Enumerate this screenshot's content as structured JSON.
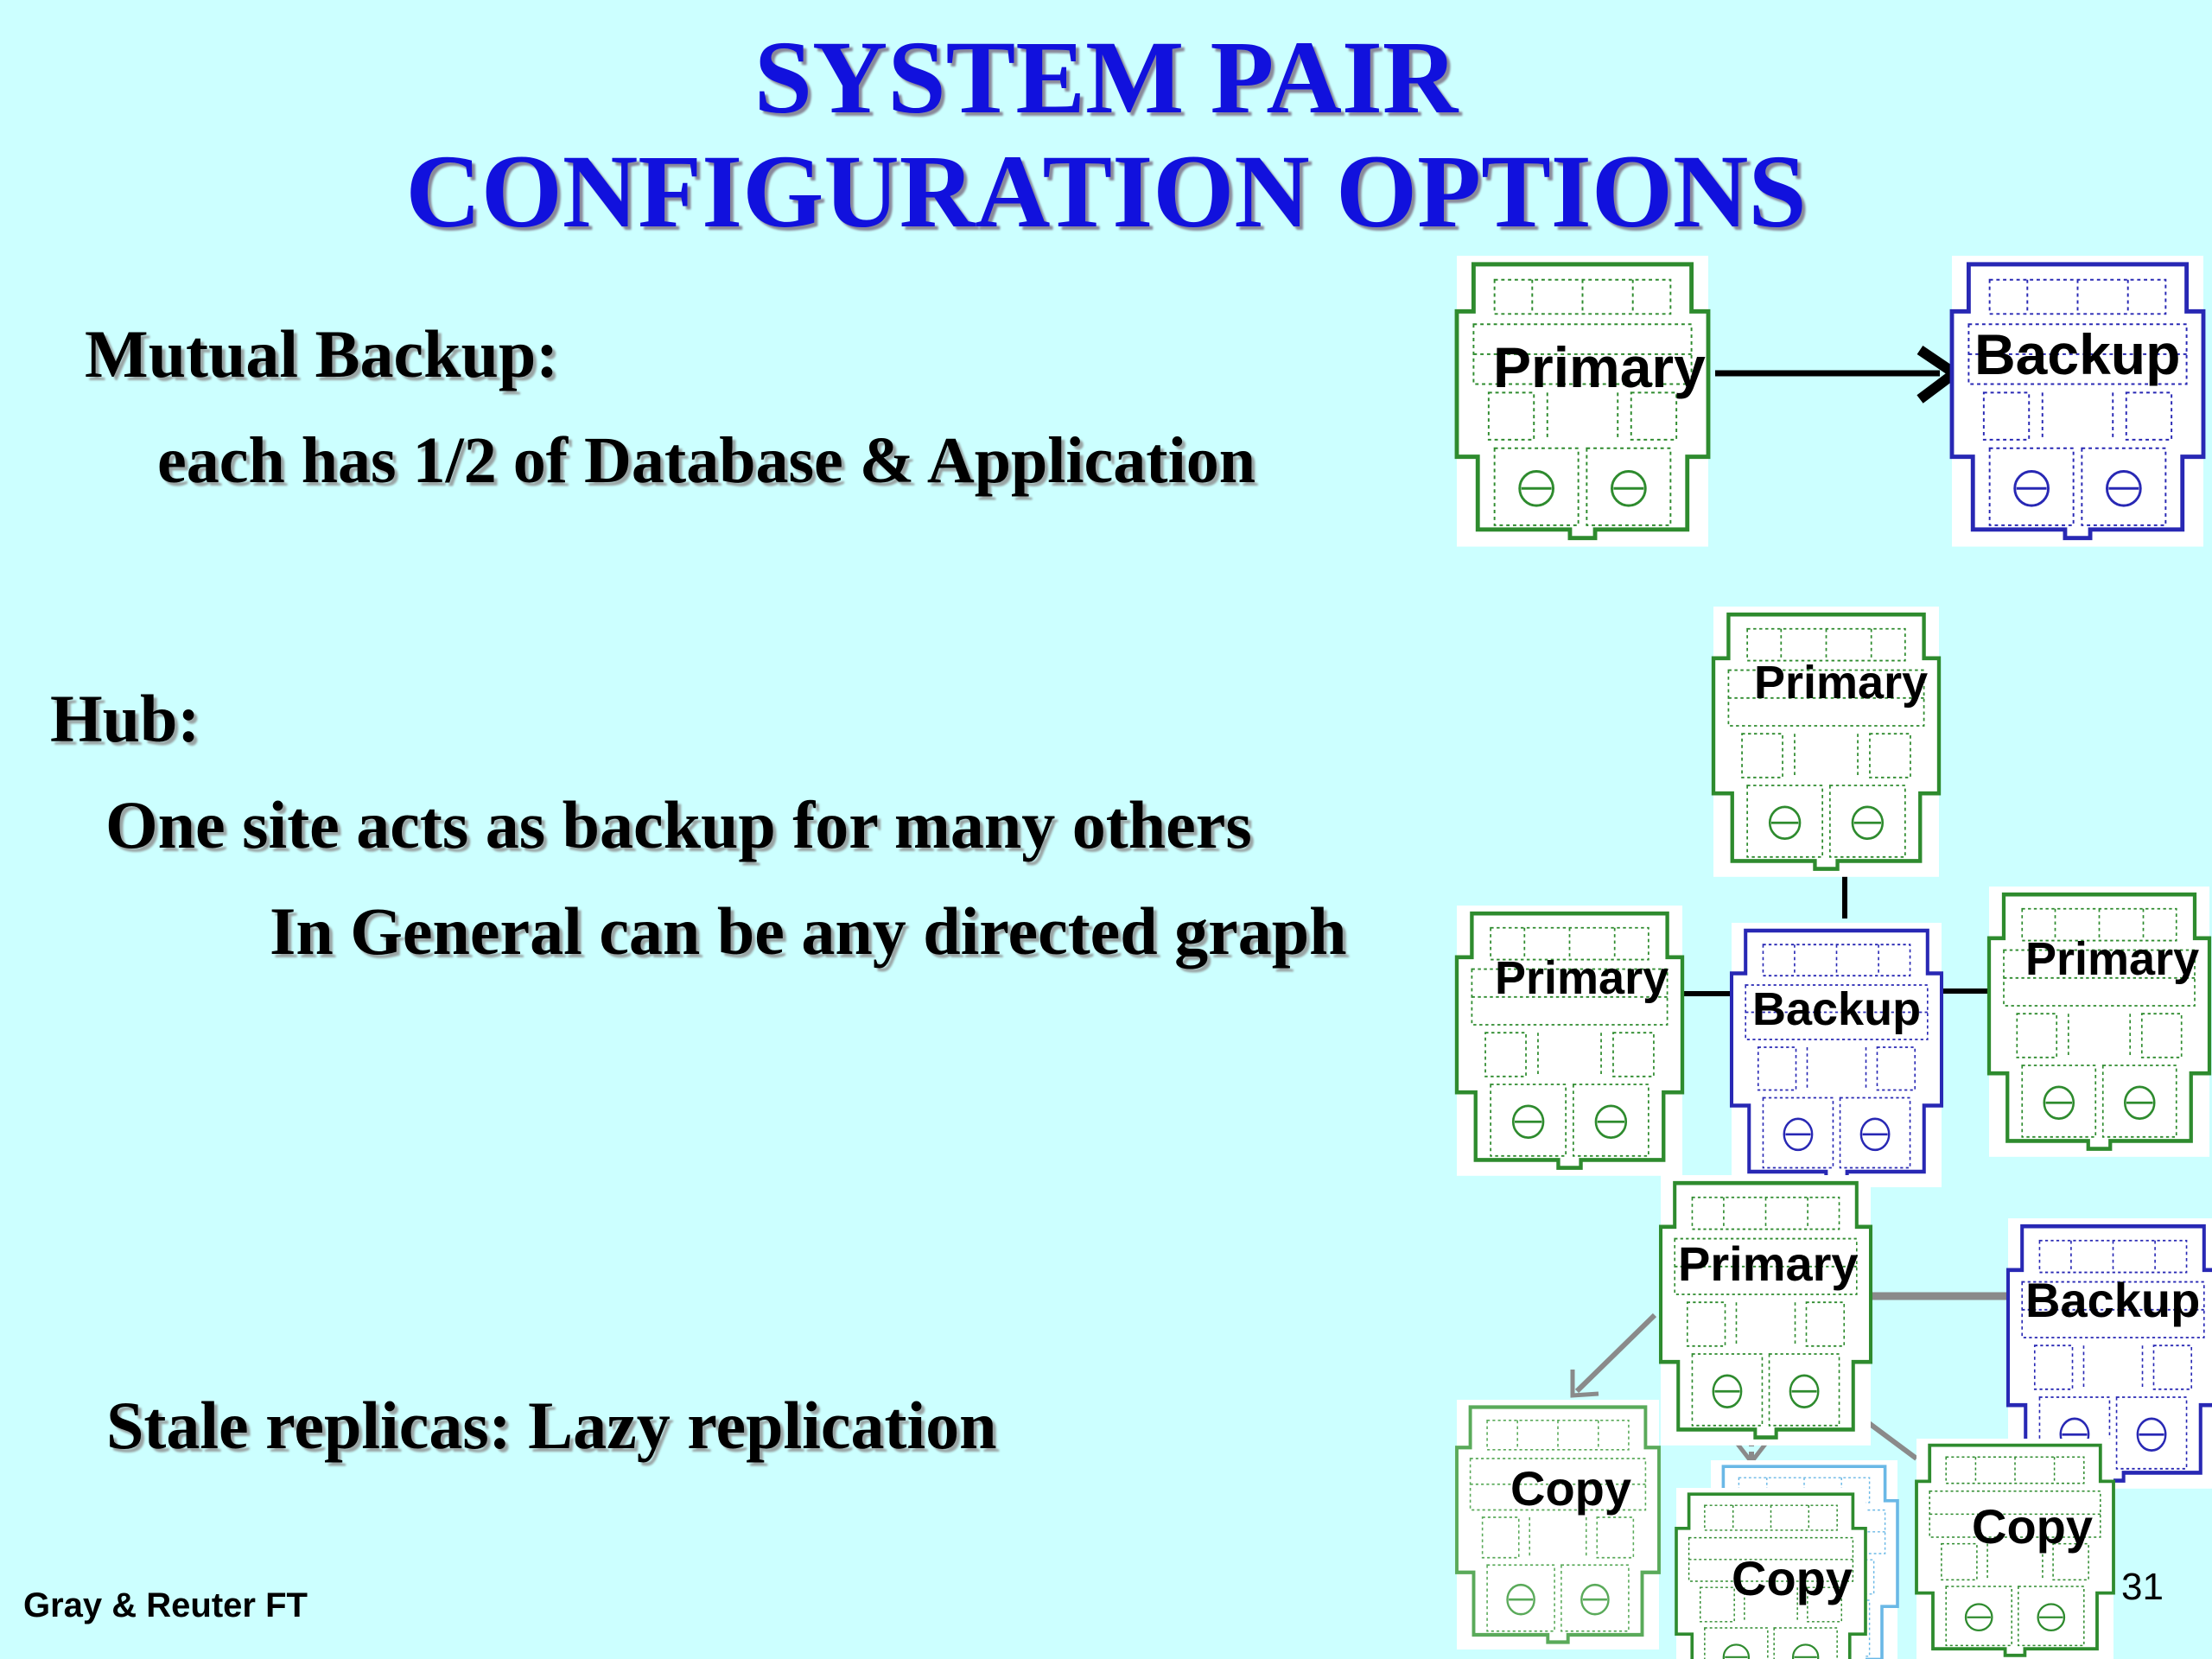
{
  "title": {
    "line1": "SYSTEM PAIR",
    "line2": "CONFIGURATION OPTIONS"
  },
  "sections": {
    "mutual": {
      "heading": "Mutual Backup:",
      "detail": "each has 1/2 of Database & Application"
    },
    "hub": {
      "heading": "Hub:",
      "detail": "One site acts as backup for many others",
      "note": "In General can be any directed graph"
    },
    "stale": {
      "heading": "Stale replicas: Lazy replication"
    }
  },
  "diagram_labels": {
    "primary": "Primary",
    "backup": "Backup",
    "copy": "Copy"
  },
  "footer": {
    "credit": "Gray & Reuter  FT",
    "page_number": "31"
  },
  "colors": {
    "background": "#ccffff",
    "title": "#1111dd",
    "primary_node": "#2e8b2e",
    "backup_node": "#2828b4",
    "copy_node_light": "#5aaa5a"
  }
}
